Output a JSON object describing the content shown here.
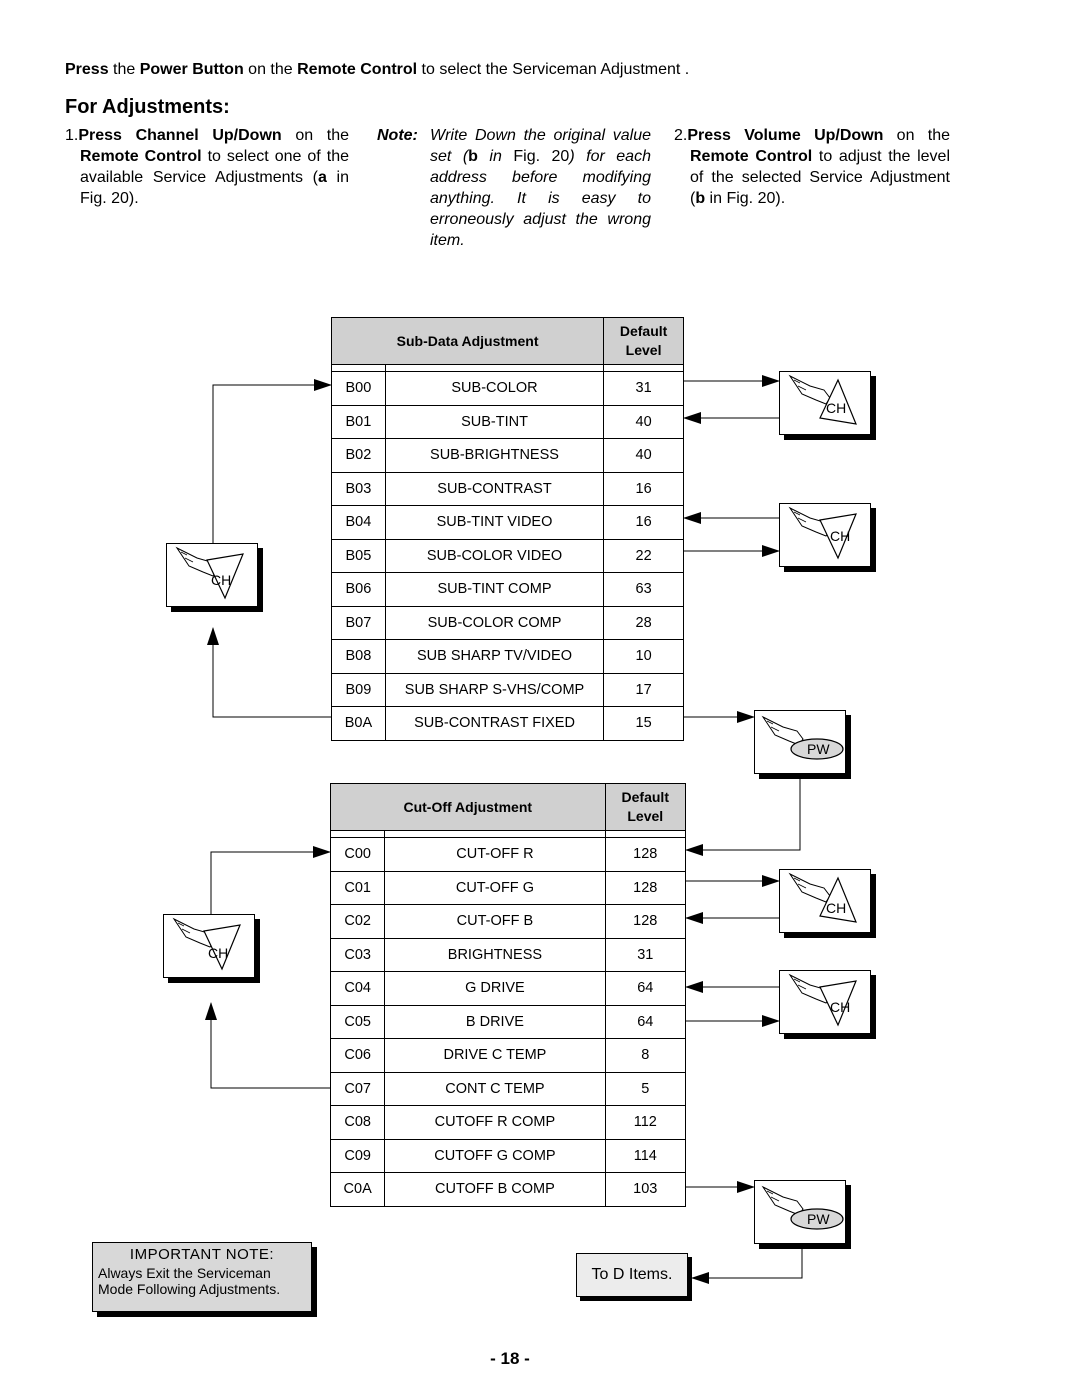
{
  "intro": {
    "press": "Press",
    "t1": " the ",
    "power_button": "Power Button",
    "t2": " on the ",
    "remote_control": "Remote Control",
    "t3": " to select the Serviceman Adjustment ."
  },
  "heading": "For Adjustments:",
  "step1": {
    "num": "1.",
    "action": "Press Channel Up/Down",
    "t1": " on the ",
    "remote": "Remote Control",
    "t2": " to select one of the available Service Adjustments (",
    "ref": "a",
    "t3": " in Fig. 20)."
  },
  "note": {
    "label": "Note:",
    "t1": "Write Down the original value set (",
    "ref": "b",
    "t2": " in ",
    "fig": "Fig. 20",
    "t3": ") for each address before modifying anything. It is easy to erroneously adjust the wrong item."
  },
  "step2": {
    "num": "2.",
    "action": "Press Volume Up/Down",
    "t1": " on the ",
    "remote": "Remote Control",
    "t2": " to adjust the level of the selected Service Adjustment (",
    "ref": "b",
    "t3": " in Fig. 20)."
  },
  "sub_table": {
    "header": "Sub-Data Adjustment",
    "default_header_line1": "Default",
    "default_header_line2": "Level",
    "rows": [
      {
        "code": "B00",
        "name": "SUB-COLOR",
        "level": "31"
      },
      {
        "code": "B01",
        "name": "SUB-TINT",
        "level": "40"
      },
      {
        "code": "B02",
        "name": "SUB-BRIGHTNESS",
        "level": "40"
      },
      {
        "code": "B03",
        "name": "SUB-CONTRAST",
        "level": "16"
      },
      {
        "code": "B04",
        "name": "SUB-TINT VIDEO",
        "level": "16"
      },
      {
        "code": "B05",
        "name": "SUB-COLOR VIDEO",
        "level": "22"
      },
      {
        "code": "B06",
        "name": "SUB-TINT COMP",
        "level": "63"
      },
      {
        "code": "B07",
        "name": "SUB-COLOR COMP",
        "level": "28"
      },
      {
        "code": "B08",
        "name": "SUB SHARP TV/VIDEO",
        "level": "10"
      },
      {
        "code": "B09",
        "name": "SUB SHARP S-VHS/COMP",
        "level": "17"
      },
      {
        "code": "B0A",
        "name": "SUB-CONTRAST FIXED",
        "level": "15"
      }
    ]
  },
  "cut_table": {
    "header": "Cut-Off Adjustment",
    "default_header_line1": "Default",
    "default_header_line2": "Level",
    "rows": [
      {
        "code": "C00",
        "name": "CUT-OFF R",
        "level": "128"
      },
      {
        "code": "C01",
        "name": "CUT-OFF G",
        "level": "128"
      },
      {
        "code": "C02",
        "name": "CUT-OFF B",
        "level": "128"
      },
      {
        "code": "C03",
        "name": "BRIGHTNESS",
        "level": "31"
      },
      {
        "code": "C04",
        "name": "G DRIVE",
        "level": "64"
      },
      {
        "code": "C05",
        "name": "B DRIVE",
        "level": "64"
      },
      {
        "code": "C06",
        "name": "DRIVE C TEMP",
        "level": "8"
      },
      {
        "code": "C07",
        "name": "CONT C TEMP",
        "level": "5"
      },
      {
        "code": "C08",
        "name": "CUTOFF R COMP",
        "level": "112"
      },
      {
        "code": "C09",
        "name": "CUTOFF G COMP",
        "level": "114"
      },
      {
        "code": "C0A",
        "name": "CUTOFF B COMP",
        "level": "103"
      }
    ]
  },
  "buttons": {
    "ch": "CH",
    "pw": "PW",
    "ch_icon": "hand-pressing-channel-button-icon",
    "pw_icon": "hand-pressing-power-button-icon"
  },
  "important_note": {
    "title": "IMPORTANT NOTE:",
    "line1": "Always Exit the Serviceman",
    "line2": "Mode Following Adjustments."
  },
  "to_d": "To D Items.",
  "page_number": "- 18 -"
}
